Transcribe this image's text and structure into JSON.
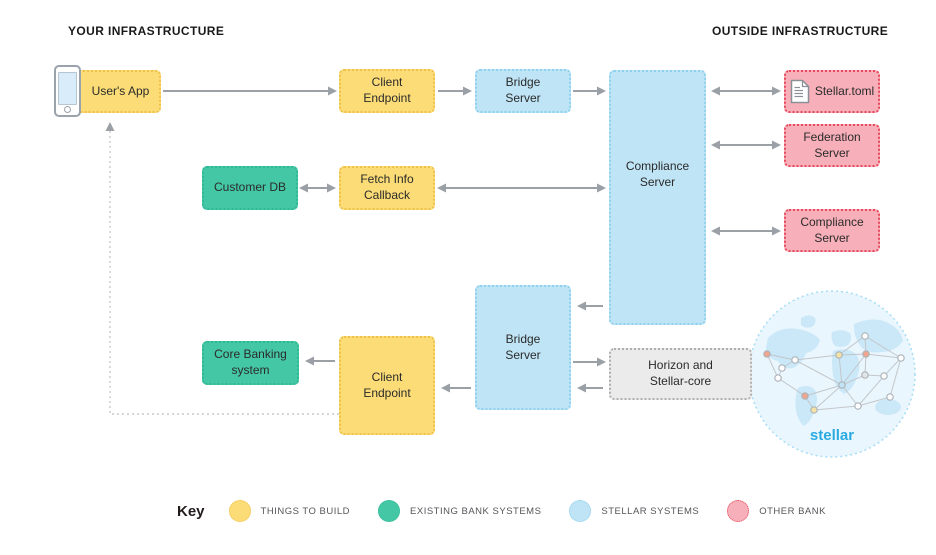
{
  "headings": {
    "left": "YOUR INFRASTRUCTURE",
    "right": "OUTSIDE INFRASTRUCTURE"
  },
  "nodes": {
    "users_app": {
      "label": "User's App",
      "type": "build"
    },
    "client_endpoint_top": {
      "label": "Client\nEndpoint",
      "type": "build"
    },
    "bridge_server_top": {
      "label": "Bridge\nServer",
      "type": "stellar"
    },
    "compliance_server": {
      "label": "Compliance\nServer",
      "type": "stellar"
    },
    "stellar_toml": {
      "label": "Stellar.toml",
      "type": "other"
    },
    "federation_server": {
      "label": "Federation\nServer",
      "type": "other"
    },
    "compliance_server_other": {
      "label": "Compliance\nServer",
      "type": "other"
    },
    "customer_db": {
      "label": "Customer DB",
      "type": "existing"
    },
    "fetch_info_callback": {
      "label": "Fetch Info\nCallback",
      "type": "build"
    },
    "core_banking": {
      "label": "Core Banking\nsystem",
      "type": "existing"
    },
    "client_endpoint_bottom": {
      "label": "Client\nEndpoint",
      "type": "build"
    },
    "bridge_server_bottom": {
      "label": "Bridge\nServer",
      "type": "stellar"
    },
    "horizon": {
      "label": "Horizon and\nStellar-core",
      "type": "neutral"
    },
    "stellar_network": {
      "label": "stellar"
    }
  },
  "key": {
    "title": "Key",
    "items": [
      {
        "label": "THINGS TO BUILD",
        "type": "build"
      },
      {
        "label": "EXISTING BANK SYSTEMS",
        "type": "existing"
      },
      {
        "label": "STELLAR SYSTEMS",
        "type": "stellar"
      },
      {
        "label": "OTHER BANK",
        "type": "other"
      }
    ]
  },
  "colors": {
    "build_bg": "#FBDC76",
    "build_border": "#EFC14B",
    "existing_bg": "#44C7A5",
    "existing_border": "#2EB893",
    "stellar_bg": "#BFE4F5",
    "stellar_border": "#8DD1EE",
    "other_bg": "#F7AFB9",
    "other_border": "#E6495C",
    "neutral_bg": "#EBEBEB",
    "neutral_border": "#AFAFAF",
    "arrow": "#9AA0A6",
    "dashed_line": "#C9C9C9",
    "text": "#2B2B2B",
    "heading": "#1A1A1A",
    "key_label": "#55565A",
    "stellar_brand": "#29ABE2",
    "network_bg": "#EAF6FD",
    "network_border": "#A6DDF6",
    "map_fill": "#CBE8F8"
  }
}
